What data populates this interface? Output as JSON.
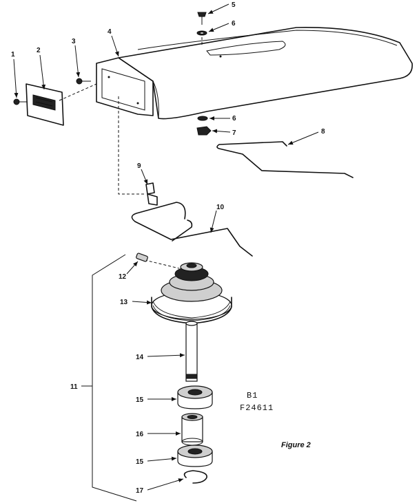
{
  "callouts": {
    "c1": "1",
    "c2": "2",
    "c3": "3",
    "c4": "4",
    "c5": "5",
    "c6a": "6",
    "c6b": "6",
    "c7": "7",
    "c8": "8",
    "c9": "9",
    "c10": "10",
    "c11": "11",
    "c12": "12",
    "c13": "13",
    "c14": "14",
    "c15a": "15",
    "c15b": "15",
    "c16": "16",
    "c17": "17"
  },
  "code_line1": "B1",
  "code_line2": "F24611",
  "figure_label": "Figure 2"
}
